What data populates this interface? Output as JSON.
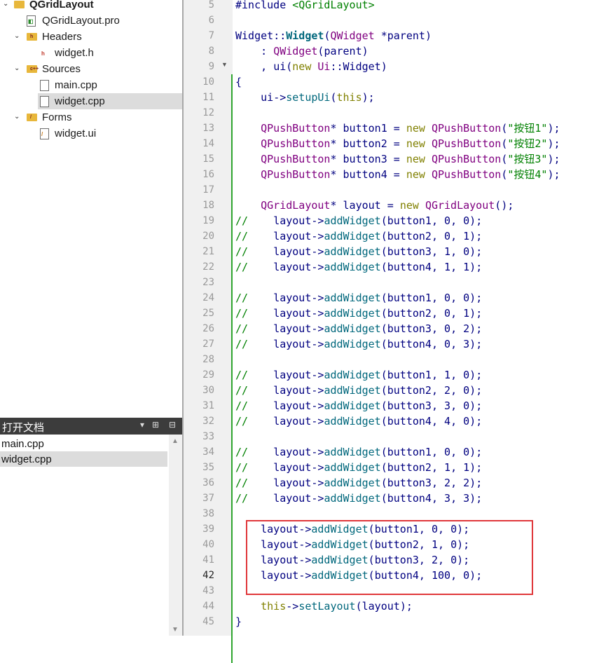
{
  "project_tree": {
    "root": {
      "label": "QGridLayout"
    },
    "items": [
      {
        "label": "QGridLayout.pro",
        "icon": "pro-file-icon"
      },
      {
        "label": "Headers",
        "icon": "headers-folder-icon"
      },
      {
        "label": "widget.h",
        "icon": "header-file-icon"
      },
      {
        "label": "Sources",
        "icon": "sources-folder-icon"
      },
      {
        "label": "main.cpp",
        "icon": "cpp-file-icon"
      },
      {
        "label": "widget.cpp",
        "icon": "cpp-file-icon"
      },
      {
        "label": "Forms",
        "icon": "forms-folder-icon"
      },
      {
        "label": "widget.ui",
        "icon": "ui-file-icon"
      }
    ],
    "selected": "widget.cpp"
  },
  "open_documents": {
    "title": "打开文档",
    "items": [
      "main.cpp",
      "widget.cpp"
    ],
    "selected": "widget.cpp"
  },
  "editor": {
    "current_line": 42,
    "highlight_color": "#e0373a",
    "lines": [
      {
        "n": "5",
        "text": "#include <QGridLayout>"
      },
      {
        "n": "6",
        "text": ""
      },
      {
        "n": "7",
        "text": "Widget::Widget(QWidget *parent)"
      },
      {
        "n": "8",
        "text": "    : QWidget(parent)"
      },
      {
        "n": "9",
        "text": "    , ui(new Ui::Widget)"
      },
      {
        "n": "10",
        "text": "{"
      },
      {
        "n": "11",
        "text": "    ui->setupUi(this);"
      },
      {
        "n": "12",
        "text": ""
      },
      {
        "n": "13",
        "text": "    QPushButton* button1 = new QPushButton(\"按钮1\");"
      },
      {
        "n": "14",
        "text": "    QPushButton* button2 = new QPushButton(\"按钮2\");"
      },
      {
        "n": "15",
        "text": "    QPushButton* button3 = new QPushButton(\"按钮3\");"
      },
      {
        "n": "16",
        "text": "    QPushButton* button4 = new QPushButton(\"按钮4\");"
      },
      {
        "n": "17",
        "text": ""
      },
      {
        "n": "18",
        "text": "    QGridLayout* layout = new QGridLayout();"
      },
      {
        "n": "19",
        "text": "//    layout->addWidget(button1, 0, 0);"
      },
      {
        "n": "20",
        "text": "//    layout->addWidget(button2, 0, 1);"
      },
      {
        "n": "21",
        "text": "//    layout->addWidget(button3, 1, 0);"
      },
      {
        "n": "22",
        "text": "//    layout->addWidget(button4, 1, 1);"
      },
      {
        "n": "23",
        "text": ""
      },
      {
        "n": "24",
        "text": "//    layout->addWidget(button1, 0, 0);"
      },
      {
        "n": "25",
        "text": "//    layout->addWidget(button2, 0, 1);"
      },
      {
        "n": "26",
        "text": "//    layout->addWidget(button3, 0, 2);"
      },
      {
        "n": "27",
        "text": "//    layout->addWidget(button4, 0, 3);"
      },
      {
        "n": "28",
        "text": ""
      },
      {
        "n": "29",
        "text": "//    layout->addWidget(button1, 1, 0);"
      },
      {
        "n": "30",
        "text": "//    layout->addWidget(button2, 2, 0);"
      },
      {
        "n": "31",
        "text": "//    layout->addWidget(button3, 3, 0);"
      },
      {
        "n": "32",
        "text": "//    layout->addWidget(button4, 4, 0);"
      },
      {
        "n": "33",
        "text": ""
      },
      {
        "n": "34",
        "text": "//    layout->addWidget(button1, 0, 0);"
      },
      {
        "n": "35",
        "text": "//    layout->addWidget(button2, 1, 1);"
      },
      {
        "n": "36",
        "text": "//    layout->addWidget(button3, 2, 2);"
      },
      {
        "n": "37",
        "text": "//    layout->addWidget(button4, 3, 3);"
      },
      {
        "n": "38",
        "text": ""
      },
      {
        "n": "39",
        "text": "    layout->addWidget(button1, 0, 0);"
      },
      {
        "n": "40",
        "text": "    layout->addWidget(button2, 1, 0);"
      },
      {
        "n": "41",
        "text": "    layout->addWidget(button3, 2, 0);"
      },
      {
        "n": "42",
        "text": "    layout->addWidget(button4, 100, 0);"
      },
      {
        "n": "43",
        "text": ""
      },
      {
        "n": "44",
        "text": "    this->setLayout(layout);"
      },
      {
        "n": "45",
        "text": "}"
      }
    ]
  }
}
